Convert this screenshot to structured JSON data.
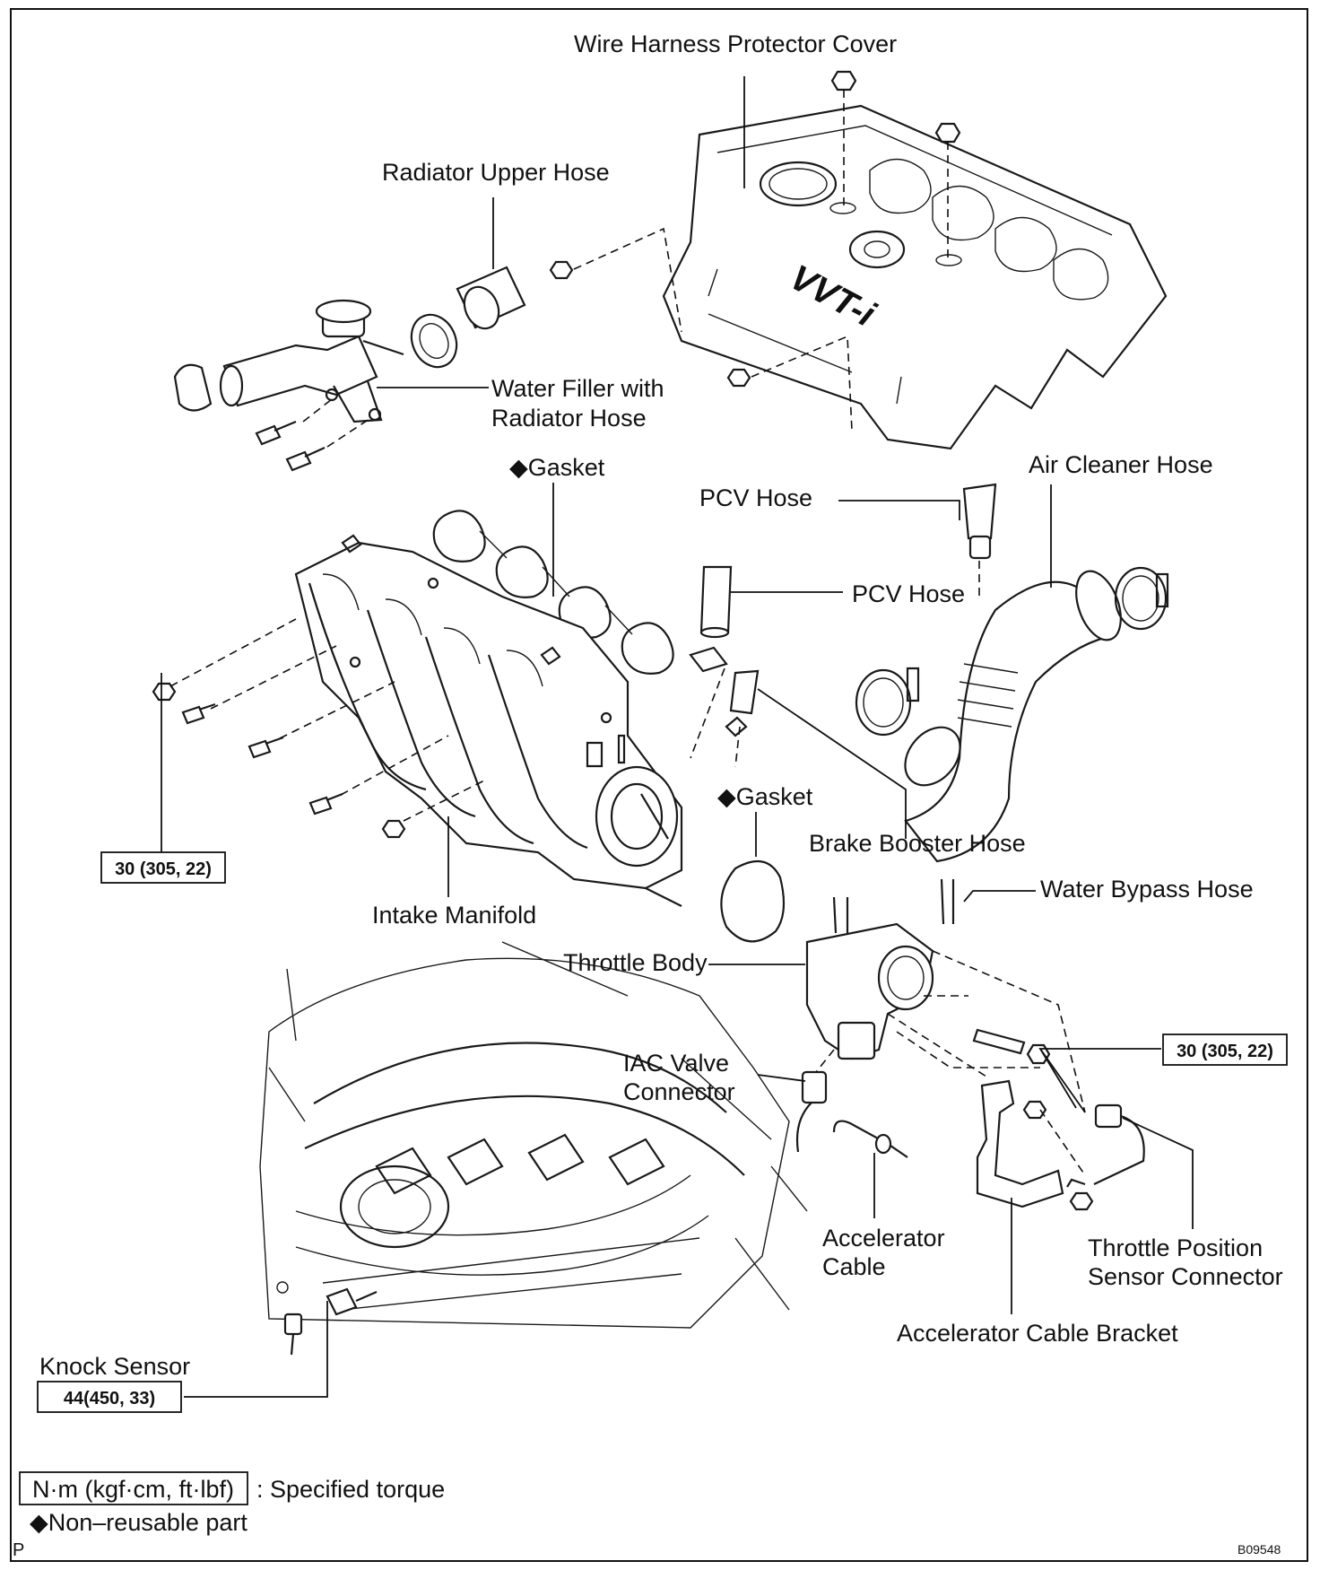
{
  "labels": {
    "wire_harness_protector_cover": "Wire Harness Protector Cover",
    "radiator_upper_hose": "Radiator Upper Hose",
    "water_filler_line1": "Water Filler with",
    "water_filler_line2": "Radiator Hose",
    "gasket_top": "◆Gasket",
    "pcv_hose_upper": "PCV Hose",
    "air_cleaner_hose": "Air Cleaner Hose",
    "pcv_hose_lower": "PCV Hose",
    "gasket_lower": "◆Gasket",
    "brake_booster_hose": "Brake Booster Hose",
    "water_bypass_hose": "Water Bypass Hose",
    "intake_manifold": "Intake Manifold",
    "throttle_body": "Throttle Body",
    "iac_valve_line1": "IAC Valve",
    "iac_valve_line2": "Connector",
    "accelerator_cable_line1": "Accelerator",
    "accelerator_cable_line2": "Cable",
    "tps_line1": "Throttle Position",
    "tps_line2": "Sensor Connector",
    "accelerator_cable_bracket": "Accelerator Cable Bracket",
    "knock_sensor": "Knock Sensor",
    "cover_logo": "VVT-i"
  },
  "torque": {
    "manifold": "30 (305, 22)",
    "throttle_body": "30 (305, 22)",
    "knock_sensor": "44(450, 33)"
  },
  "legend": {
    "unit_box": "N·m (kgf·cm, ft·lbf)",
    "unit_desc": ": Specified torque",
    "non_reusable": "◆Non–reusable part"
  },
  "corner": {
    "page_letter": "P",
    "figure_id": "B09548"
  }
}
